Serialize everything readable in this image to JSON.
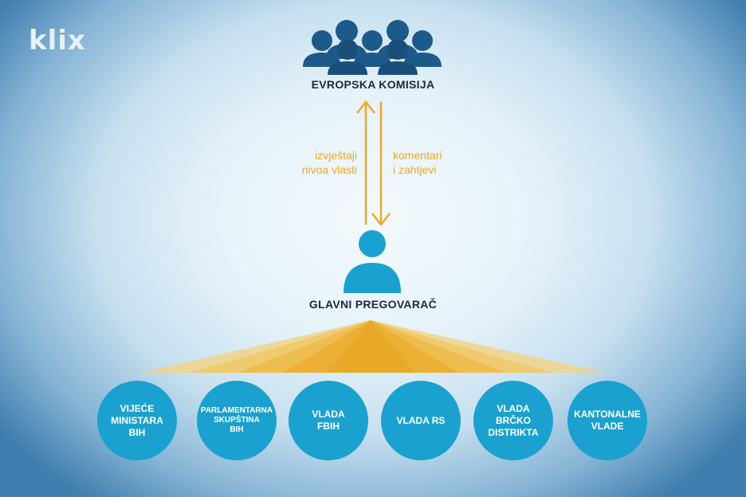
{
  "logo": "klix",
  "top": {
    "label": "EVROPSKA KOMISIJA",
    "icon": "group-people-icon"
  },
  "middle": {
    "label": "GLAVNI PREGOVARAČ",
    "icon": "person-icon"
  },
  "arrows": {
    "up_text": [
      "izvještaji",
      "nivoa vlasti"
    ],
    "down_text": [
      "komentari",
      "i zahtjevi"
    ]
  },
  "nodes": [
    {
      "lines": [
        "VIJEĆE",
        "MINISTARA",
        "BIH"
      ]
    },
    {
      "lines": [
        "PARLAMENTARNA",
        "SKUPŠTINA",
        "BIH"
      ]
    },
    {
      "lines": [
        "VLADA",
        "FBIH"
      ]
    },
    {
      "lines": [
        "VLADA RS"
      ]
    },
    {
      "lines": [
        "VLADA",
        "BRČKO",
        "DISTRIKTA"
      ]
    },
    {
      "lines": [
        "KANTONALNE",
        "VLADE"
      ]
    }
  ],
  "colors": {
    "people_dark": "#1d5a8a",
    "person": "#1ba1cf",
    "circle": "#1ba1cf",
    "accent": "#e9a928",
    "text_dark": "#1c2a3c"
  }
}
